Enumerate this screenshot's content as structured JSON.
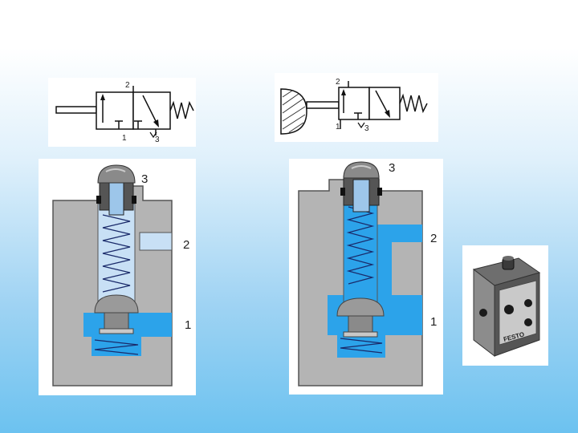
{
  "symbols": {
    "left": {
      "port_top": "2",
      "port_mid": "1",
      "port_right": "3"
    },
    "right": {
      "port_top": "2",
      "port_mid": "1",
      "port_right": "3"
    }
  },
  "sections": {
    "left": {
      "exhaust": "3",
      "outlet": "2",
      "inlet": "1"
    },
    "right": {
      "exhaust": "3",
      "outlet": "2",
      "inlet": "1"
    }
  },
  "photo": {
    "brand": "FESTO"
  },
  "colors": {
    "body_gray": "#b4b4b4",
    "air_light": "#c8e0f5",
    "air_blue": "#2ca3ea",
    "spring": "#1a2a6a",
    "background_blue": "#6cc2f0"
  }
}
